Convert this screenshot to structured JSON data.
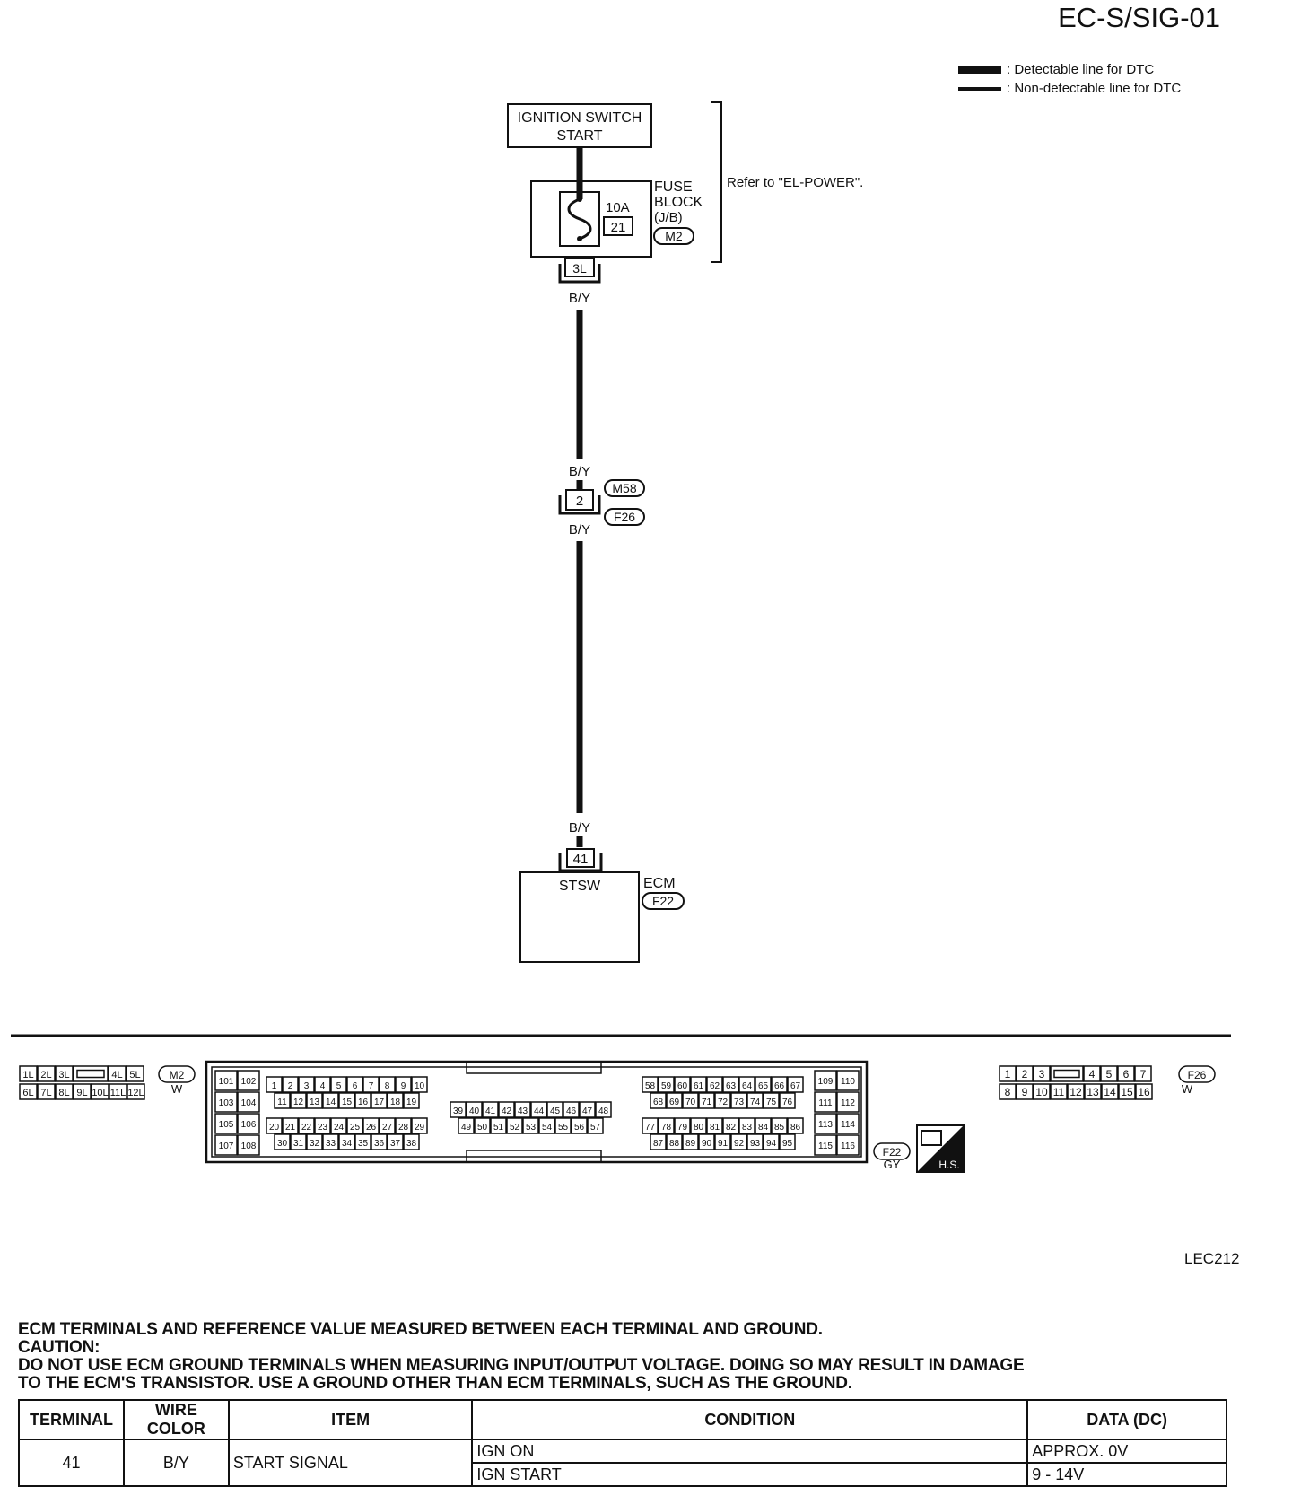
{
  "header": {
    "page_id": "EC-S/SIG-01"
  },
  "legend": [
    {
      "label": ": Detectable line for DTC",
      "weight": "thick"
    },
    {
      "label": ": Non-detectable line for DTC",
      "weight": "thin"
    }
  ],
  "diagram": {
    "ignition_switch": {
      "line1": "IGNITION SWITCH",
      "line2": "START"
    },
    "fuse_block": {
      "line1": "FUSE",
      "line2": "BLOCK",
      "line3": "(J/B)",
      "connector": "M2",
      "rating": "10A",
      "fuse_no": "21",
      "terminal": "3L"
    },
    "refer_note": "Refer to \"EL-POWER\".",
    "wire_color": "B/Y",
    "junction": {
      "pin": "2",
      "connector_upper": "M58",
      "connector_lower": "F26"
    },
    "ecm": {
      "pin": "41",
      "signal": "STSW",
      "name": "ECM",
      "connector": "F22"
    }
  },
  "connectors": {
    "m2": {
      "row1": [
        "1L",
        "2L",
        "3L",
        "",
        "4L",
        "5L"
      ],
      "row2": [
        "6L",
        "7L",
        "8L",
        "9L",
        "10L",
        "11L",
        "12L"
      ],
      "id": "M2",
      "color": "W"
    },
    "f22": {
      "left_block": [
        "101",
        "102",
        "103",
        "104",
        "105",
        "106",
        "107",
        "108"
      ],
      "group_a": {
        "row1": [
          "1",
          "2",
          "3",
          "4",
          "5",
          "6",
          "7",
          "8",
          "9",
          "10"
        ],
        "row2": [
          "11",
          "12",
          "13",
          "14",
          "15",
          "16",
          "17",
          "18",
          "19"
        ],
        "row3": [
          "20",
          "21",
          "22",
          "23",
          "24",
          "25",
          "26",
          "27",
          "28",
          "29"
        ],
        "row4": [
          "30",
          "31",
          "32",
          "33",
          "34",
          "35",
          "36",
          "37",
          "38"
        ]
      },
      "group_b": {
        "row1": [
          "39",
          "40",
          "41",
          "42",
          "43",
          "44",
          "45",
          "46",
          "47",
          "48"
        ],
        "row2": [
          "49",
          "50",
          "51",
          "52",
          "53",
          "54",
          "55",
          "56",
          "57"
        ]
      },
      "group_c": {
        "row1": [
          "58",
          "59",
          "60",
          "61",
          "62",
          "63",
          "64",
          "65",
          "66",
          "67"
        ],
        "row2": [
          "68",
          "69",
          "70",
          "71",
          "72",
          "73",
          "74",
          "75",
          "76"
        ],
        "row3": [
          "77",
          "78",
          "79",
          "80",
          "81",
          "82",
          "83",
          "84",
          "85",
          "86"
        ],
        "row4": [
          "87",
          "88",
          "89",
          "90",
          "91",
          "92",
          "93",
          "94",
          "95"
        ]
      },
      "right_block": [
        "109",
        "110",
        "111",
        "112",
        "113",
        "114",
        "115",
        "116"
      ],
      "id": "F22",
      "color": "GY"
    },
    "f26": {
      "row1": [
        "1",
        "2",
        "3",
        "",
        "4",
        "5",
        "6",
        "7"
      ],
      "row2": [
        "8",
        "9",
        "10",
        "11",
        "12",
        "13",
        "14",
        "15",
        "16"
      ],
      "id": "F26",
      "color": "W"
    },
    "hs_badge": "H.S."
  },
  "diagram_code": "LEC212",
  "notice": {
    "line1": "ECM TERMINALS AND REFERENCE VALUE MEASURED BETWEEN EACH TERMINAL AND GROUND.",
    "line2": "CAUTION:",
    "line3": "DO NOT USE ECM GROUND TERMINALS WHEN MEASURING INPUT/OUTPUT VOLTAGE. DOING SO MAY RESULT IN DAMAGE",
    "line4": "TO THE ECM'S TRANSISTOR. USE A GROUND OTHER THAN ECM TERMINALS, SUCH AS THE GROUND."
  },
  "table": {
    "headers": [
      "TERMINAL",
      "WIRE COLOR",
      "ITEM",
      "CONDITION",
      "DATA (DC)"
    ],
    "row": {
      "terminal": "41",
      "wire_color": "B/Y",
      "item": "START SIGNAL",
      "conditions": [
        {
          "condition": "IGN ON",
          "data": "APPROX. 0V"
        },
        {
          "condition": "IGN START",
          "data": "9 - 14V"
        }
      ]
    }
  }
}
